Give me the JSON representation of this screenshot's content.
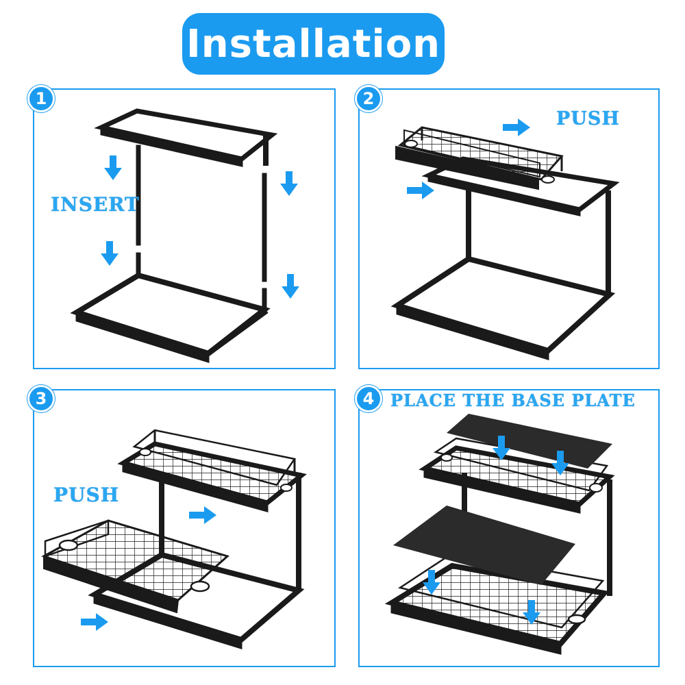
{
  "title": "Installation",
  "colors": {
    "accent": "#1b9bef",
    "frame": "#1a1a1a",
    "label": "#2aa7f2"
  },
  "steps": [
    {
      "number": "1",
      "label": "INSERT"
    },
    {
      "number": "2",
      "label": "PUSH"
    },
    {
      "number": "3",
      "label": "PUSH"
    },
    {
      "number": "4",
      "label": "PLACE THE BASE PLATE"
    }
  ]
}
